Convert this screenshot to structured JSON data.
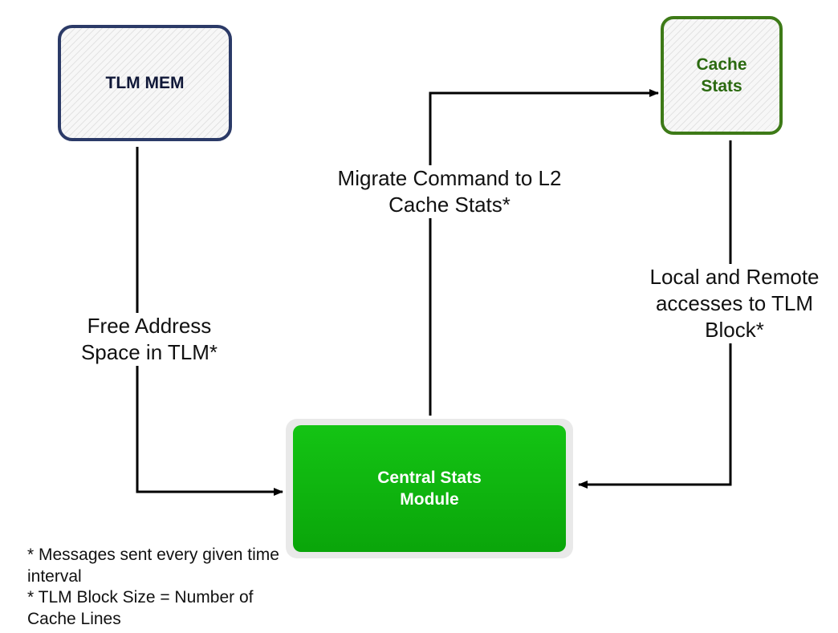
{
  "nodes": {
    "tlm_mem": "TLM MEM",
    "cache_stats": "Cache Stats",
    "central_stats": "Central Stats Module"
  },
  "edges": {
    "free_address": "Free Address Space in TLM*",
    "migrate_command": "Migrate Command to L2 Cache Stats*",
    "local_remote": "Local and Remote accesses to TLM Block*"
  },
  "footnotes": [
    "* Messages sent every given time interval",
    "* TLM Block Size = Number of Cache Lines"
  ],
  "colors": {
    "tlm_border": "#2b3a67",
    "cache_border": "#3d7a17",
    "central_fill": "#0fb30f",
    "arrow": "#000000"
  }
}
